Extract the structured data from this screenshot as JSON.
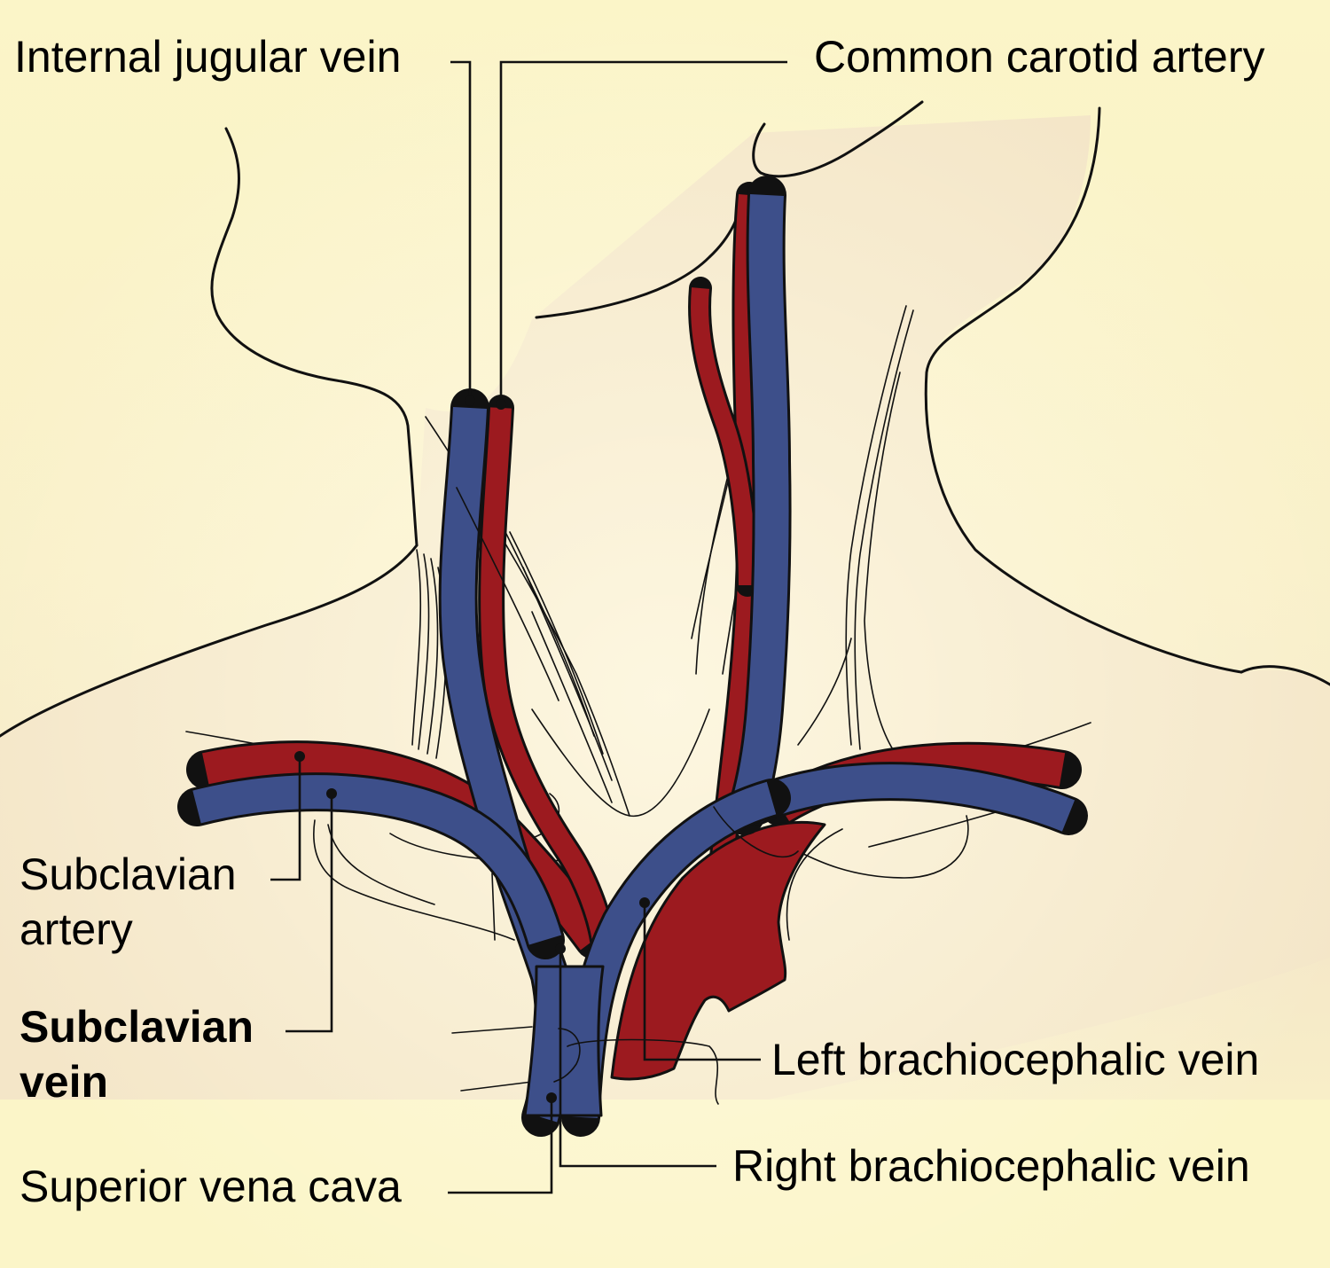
{
  "colors": {
    "background_top": "#fbf5c8",
    "skin": "#f4e6c8",
    "vein": "#3d4f8a",
    "artery": "#9c1a1f",
    "outline": "#111111"
  },
  "labels": {
    "internal_jugular_vein": "Internal jugular vein",
    "common_carotid_artery": "Common carotid artery",
    "subclavian_artery_line1": "Subclavian",
    "subclavian_artery_line2": "artery",
    "subclavian_vein_line1": "Subclavian",
    "subclavian_vein_line2": "vein",
    "superior_vena_cava": "Superior vena cava",
    "left_brachiocephalic_vein": "Left brachiocephalic vein",
    "right_brachiocephalic_vein": "Right brachiocephalic vein"
  }
}
